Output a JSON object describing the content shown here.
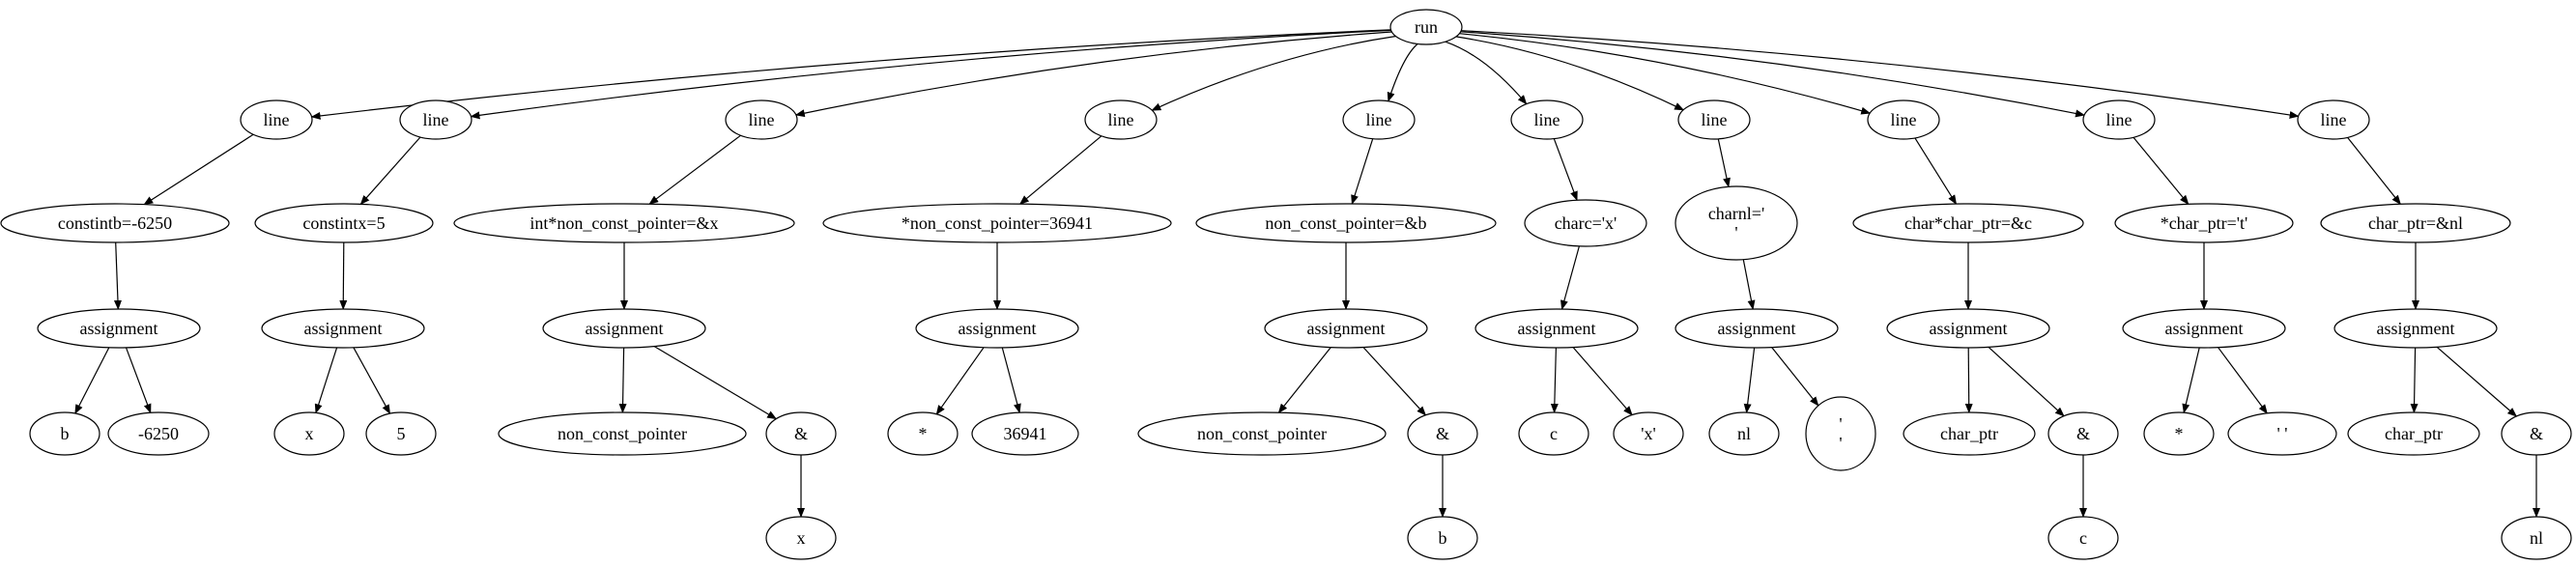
{
  "diagram": {
    "type": "parse-tree",
    "root": "run",
    "nodes": [
      {
        "id": "run",
        "label": "run"
      },
      {
        "id": "l1",
        "label": "line"
      },
      {
        "id": "l2",
        "label": "line"
      },
      {
        "id": "l3",
        "label": "line"
      },
      {
        "id": "l4",
        "label": "line"
      },
      {
        "id": "l5",
        "label": "line"
      },
      {
        "id": "l6",
        "label": "line"
      },
      {
        "id": "l7",
        "label": "line"
      },
      {
        "id": "l8",
        "label": "line"
      },
      {
        "id": "l9",
        "label": "line"
      },
      {
        "id": "l10",
        "label": "line"
      },
      {
        "id": "s1",
        "label": "constintb=-6250"
      },
      {
        "id": "s2",
        "label": "constintx=5"
      },
      {
        "id": "s3",
        "label": "int*non_const_pointer=&x"
      },
      {
        "id": "s4",
        "label": "*non_const_pointer=36941"
      },
      {
        "id": "s5",
        "label": "non_const_pointer=&b"
      },
      {
        "id": "s6",
        "label": "charc='x'"
      },
      {
        "id": "s7",
        "label": "charnl='\n'"
      },
      {
        "id": "s8",
        "label": "char*char_ptr=&c"
      },
      {
        "id": "s9",
        "label": "*char_ptr='t'"
      },
      {
        "id": "s10",
        "label": "char_ptr=&nl"
      },
      {
        "id": "a1",
        "label": "assignment"
      },
      {
        "id": "a2",
        "label": "assignment"
      },
      {
        "id": "a3",
        "label": "assignment"
      },
      {
        "id": "a4",
        "label": "assignment"
      },
      {
        "id": "a5",
        "label": "assignment"
      },
      {
        "id": "a6",
        "label": "assignment"
      },
      {
        "id": "a7",
        "label": "assignment"
      },
      {
        "id": "a8",
        "label": "assignment"
      },
      {
        "id": "a9",
        "label": "assignment"
      },
      {
        "id": "a10",
        "label": "assignment"
      },
      {
        "id": "b1",
        "label": "b"
      },
      {
        "id": "v1",
        "label": "-6250"
      },
      {
        "id": "b2",
        "label": "x"
      },
      {
        "id": "v2",
        "label": "5"
      },
      {
        "id": "b3",
        "label": "non_const_pointer"
      },
      {
        "id": "amp3",
        "label": "&"
      },
      {
        "id": "x3",
        "label": "x"
      },
      {
        "id": "b4",
        "label": "*"
      },
      {
        "id": "v4",
        "label": "36941"
      },
      {
        "id": "b5",
        "label": "non_const_pointer"
      },
      {
        "id": "amp5",
        "label": "&"
      },
      {
        "id": "x5",
        "label": "b"
      },
      {
        "id": "b6",
        "label": "c"
      },
      {
        "id": "v6",
        "label": "'x'"
      },
      {
        "id": "b7",
        "label": "nl"
      },
      {
        "id": "v7",
        "label": "'\n'"
      },
      {
        "id": "b8",
        "label": "char_ptr"
      },
      {
        "id": "amp8",
        "label": "&"
      },
      {
        "id": "x8",
        "label": "c"
      },
      {
        "id": "b9",
        "label": "*"
      },
      {
        "id": "v9",
        "label": "'\t'"
      },
      {
        "id": "b10",
        "label": "char_ptr"
      },
      {
        "id": "amp10",
        "label": "&"
      },
      {
        "id": "x10",
        "label": "nl"
      }
    ],
    "edges": [
      [
        "run",
        "l1"
      ],
      [
        "run",
        "l2"
      ],
      [
        "run",
        "l3"
      ],
      [
        "run",
        "l4"
      ],
      [
        "run",
        "l5"
      ],
      [
        "run",
        "l6"
      ],
      [
        "run",
        "l7"
      ],
      [
        "run",
        "l8"
      ],
      [
        "run",
        "l9"
      ],
      [
        "run",
        "l10"
      ],
      [
        "l1",
        "s1"
      ],
      [
        "l2",
        "s2"
      ],
      [
        "l3",
        "s3"
      ],
      [
        "l4",
        "s4"
      ],
      [
        "l5",
        "s5"
      ],
      [
        "l6",
        "s6"
      ],
      [
        "l7",
        "s7"
      ],
      [
        "l8",
        "s8"
      ],
      [
        "l9",
        "s9"
      ],
      [
        "l10",
        "s10"
      ],
      [
        "s1",
        "a1"
      ],
      [
        "s2",
        "a2"
      ],
      [
        "s3",
        "a3"
      ],
      [
        "s4",
        "a4"
      ],
      [
        "s5",
        "a5"
      ],
      [
        "s6",
        "a6"
      ],
      [
        "s7",
        "a7"
      ],
      [
        "s8",
        "a8"
      ],
      [
        "s9",
        "a9"
      ],
      [
        "s10",
        "a10"
      ],
      [
        "a1",
        "b1"
      ],
      [
        "a1",
        "v1"
      ],
      [
        "a2",
        "b2"
      ],
      [
        "a2",
        "v2"
      ],
      [
        "a3",
        "b3"
      ],
      [
        "a3",
        "amp3"
      ],
      [
        "amp3",
        "x3"
      ],
      [
        "a4",
        "b4"
      ],
      [
        "a4",
        "v4"
      ],
      [
        "a5",
        "b5"
      ],
      [
        "a5",
        "amp5"
      ],
      [
        "amp5",
        "x5"
      ],
      [
        "a6",
        "b6"
      ],
      [
        "a6",
        "v6"
      ],
      [
        "a7",
        "b7"
      ],
      [
        "a7",
        "v7"
      ],
      [
        "a8",
        "b8"
      ],
      [
        "a8",
        "amp8"
      ],
      [
        "amp8",
        "x8"
      ],
      [
        "a9",
        "b9"
      ],
      [
        "a9",
        "v9"
      ],
      [
        "a10",
        "b10"
      ],
      [
        "a10",
        "amp10"
      ],
      [
        "amp10",
        "x10"
      ]
    ],
    "colors": {
      "stroke": "#000000",
      "fill": "#ffffff",
      "text": "#000000"
    }
  }
}
